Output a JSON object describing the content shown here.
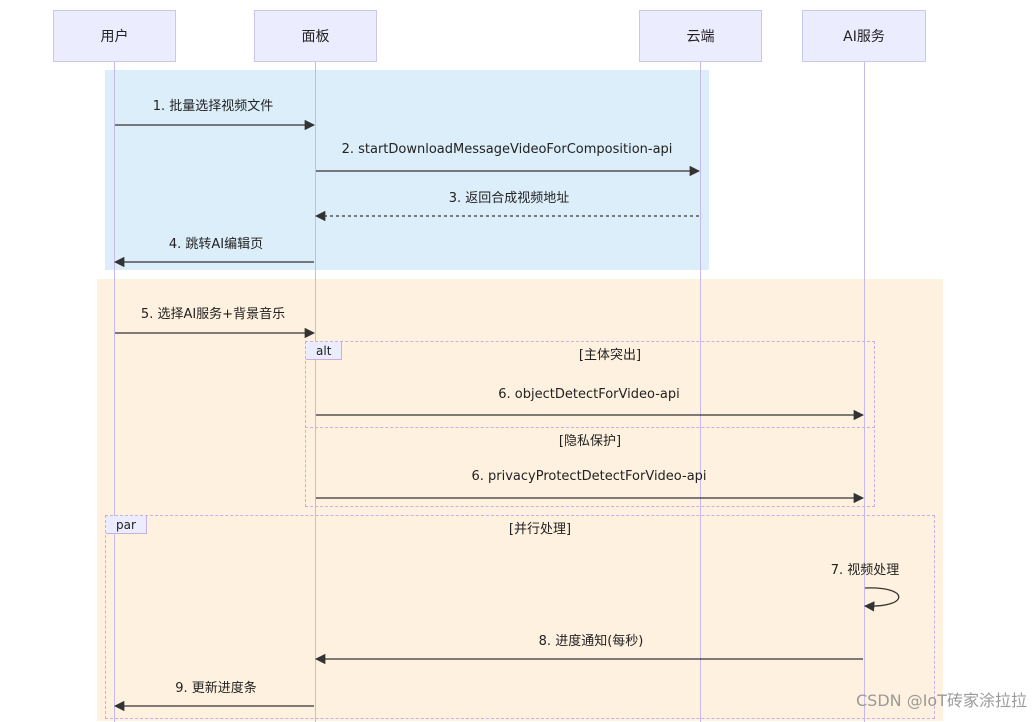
{
  "actors": [
    "用户",
    "面板",
    "云端",
    "AI服务"
  ],
  "messages": [
    {
      "label": "1. 批量选择视频文件"
    },
    {
      "label": "2. startDownloadMessageVideoForComposition-api"
    },
    {
      "label": "3. 返回合成视频地址"
    },
    {
      "label": "4. 跳转AI编辑页"
    },
    {
      "label": "5. 选择AI服务+背景音乐"
    },
    {
      "label": "6. objectDetectForVideo-api"
    },
    {
      "label": "6. privacyProtectDetectForVideo-api"
    },
    {
      "label": "7. 视频处理"
    },
    {
      "label": "8. 进度通知(每秒)"
    },
    {
      "label": "9. 更新进度条"
    }
  ],
  "frames": {
    "alt": {
      "label": "alt",
      "cond1": "[主体突出]",
      "cond2": "[隐私保护]"
    },
    "par": {
      "label": "par",
      "cond1": "[并行处理]"
    }
  },
  "watermark": "CSDN @IoT砖家涂拉拉",
  "colors": {
    "actor_fill": "#ececff",
    "lifeline": "#c7b8ee",
    "blue_rect": "#dbeefa",
    "peach_rect": "#fff1df",
    "arrow": "#333333"
  }
}
